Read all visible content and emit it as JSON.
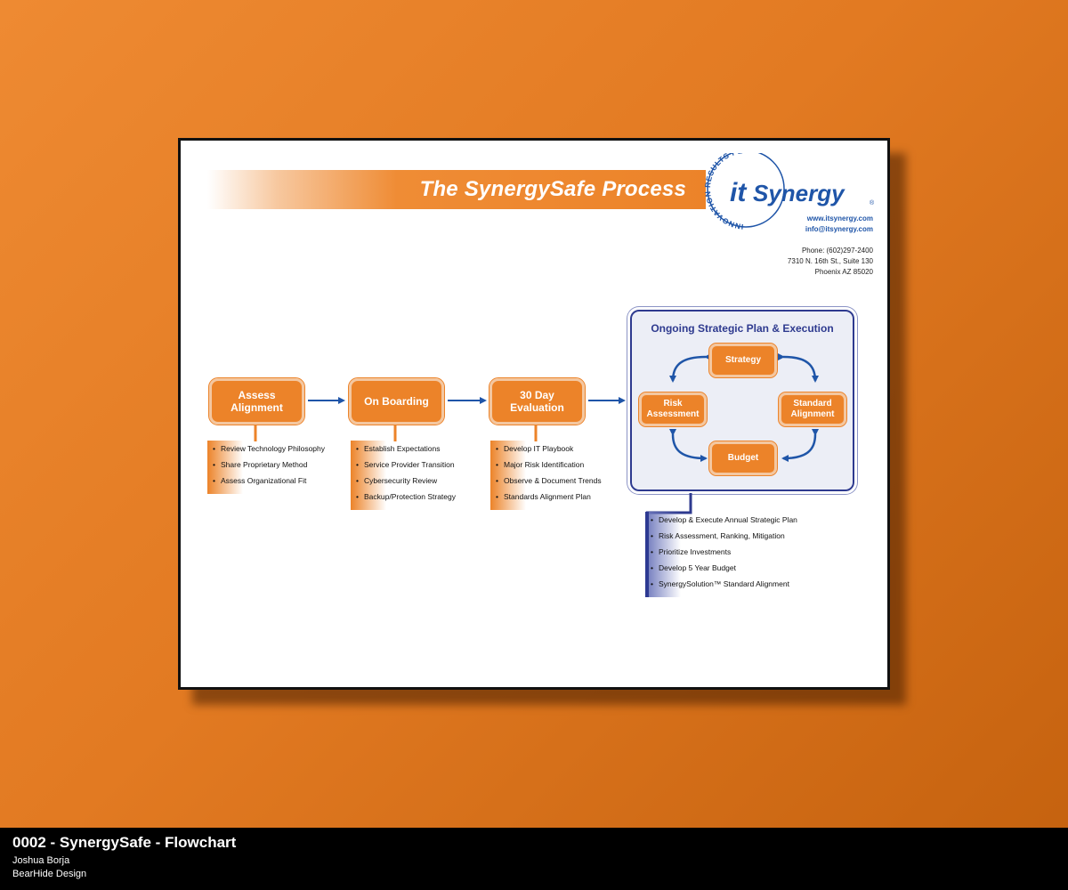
{
  "doc": {
    "title": "The SynergySafe Process",
    "logo": {
      "ring_text": "INNOVATION RESULTS PEOPLE",
      "it": "it",
      "synergy": "Synergy",
      "mark": "®"
    },
    "contact": {
      "web": "www.itsynergy.com",
      "email": "info@itsynergy.com",
      "phone": "Phone: (602)297-2400",
      "address1": "7310 N. 16th St., Suite 130",
      "address2": "Phoenix AZ 85020"
    },
    "steps": [
      {
        "label": "Assess Alignment",
        "items": [
          "Review Technology Philosophy",
          "Share Proprietary Method",
          "Assess Organizational Fit"
        ]
      },
      {
        "label": "On Boarding",
        "items": [
          "Establish Expectations",
          "Service Provider Transition",
          "Cybersecurity Review",
          "Backup/Protection Strategy"
        ]
      },
      {
        "label": "30 Day Evaluation",
        "items": [
          "Develop IT Playbook",
          "Major Risk Identification",
          "Observe & Document Trends",
          "Standards Alignment Plan"
        ]
      }
    ],
    "ongoing": {
      "title": "Ongoing Strategic Plan & Execution",
      "cycle": {
        "strategy": "Strategy",
        "standard": "Standard Alignment",
        "budget": "Budget",
        "risk": "Risk Assessment"
      },
      "items": [
        "Develop & Execute Annual Strategic Plan",
        "Risk Assessment, Ranking, Mitigation",
        "Prioritize Investments",
        "Develop 5 Year Budget",
        "SynergySolution™ Standard Alignment"
      ]
    }
  },
  "caption": {
    "title": "0002 - SynergySafe - Flowchart",
    "author": "Joshua Borja",
    "company": "BearHide Design"
  },
  "colors": {
    "orange": "#ec8329",
    "navy": "#2e3a8f",
    "blue": "#1f55a8"
  }
}
